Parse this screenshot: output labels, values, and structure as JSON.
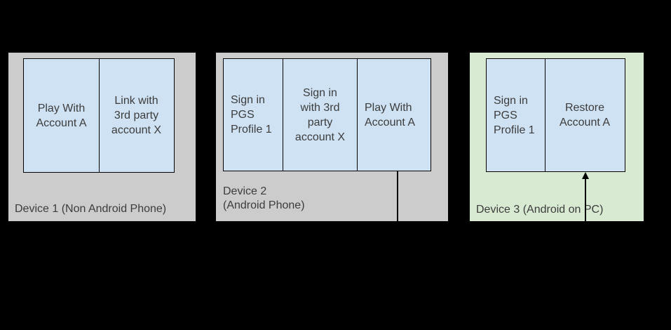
{
  "colors": {
    "background": "#000000",
    "device_fill_gray": "#cccccc",
    "device_fill_green": "#d9ead3",
    "step_fill_blue": "#cfe2f3",
    "border": "#000000",
    "text": "#3c3c3c"
  },
  "devices": [
    {
      "label": "Device 1 (Non Android Phone)",
      "steps": [
        {
          "text": "Play With\nAccount A"
        },
        {
          "text": "Link with\n3rd party\naccount X"
        }
      ]
    },
    {
      "label": "Device 2\n(Android Phone)",
      "steps": [
        {
          "text": "Sign in\nPGS\nProfile 1"
        },
        {
          "text": "Sign in\nwith 3rd\nparty\naccount X"
        },
        {
          "text": "Play With\nAccount A"
        }
      ]
    },
    {
      "label": "Device 3 (Android on PC)",
      "steps": [
        {
          "text": "Sign in\nPGS\nProfile 1"
        },
        {
          "text": "Restore\nAccount A"
        }
      ]
    }
  ],
  "connectors": [
    {
      "id": "device2-playwith-down-line",
      "shape": "vertical-line",
      "from": "Device 2 / Play With Account A",
      "direction": "down"
    },
    {
      "id": "device3-restore-up-arrow",
      "shape": "vertical-arrow",
      "to": "Device 3 / Restore Account A",
      "direction": "up"
    }
  ]
}
